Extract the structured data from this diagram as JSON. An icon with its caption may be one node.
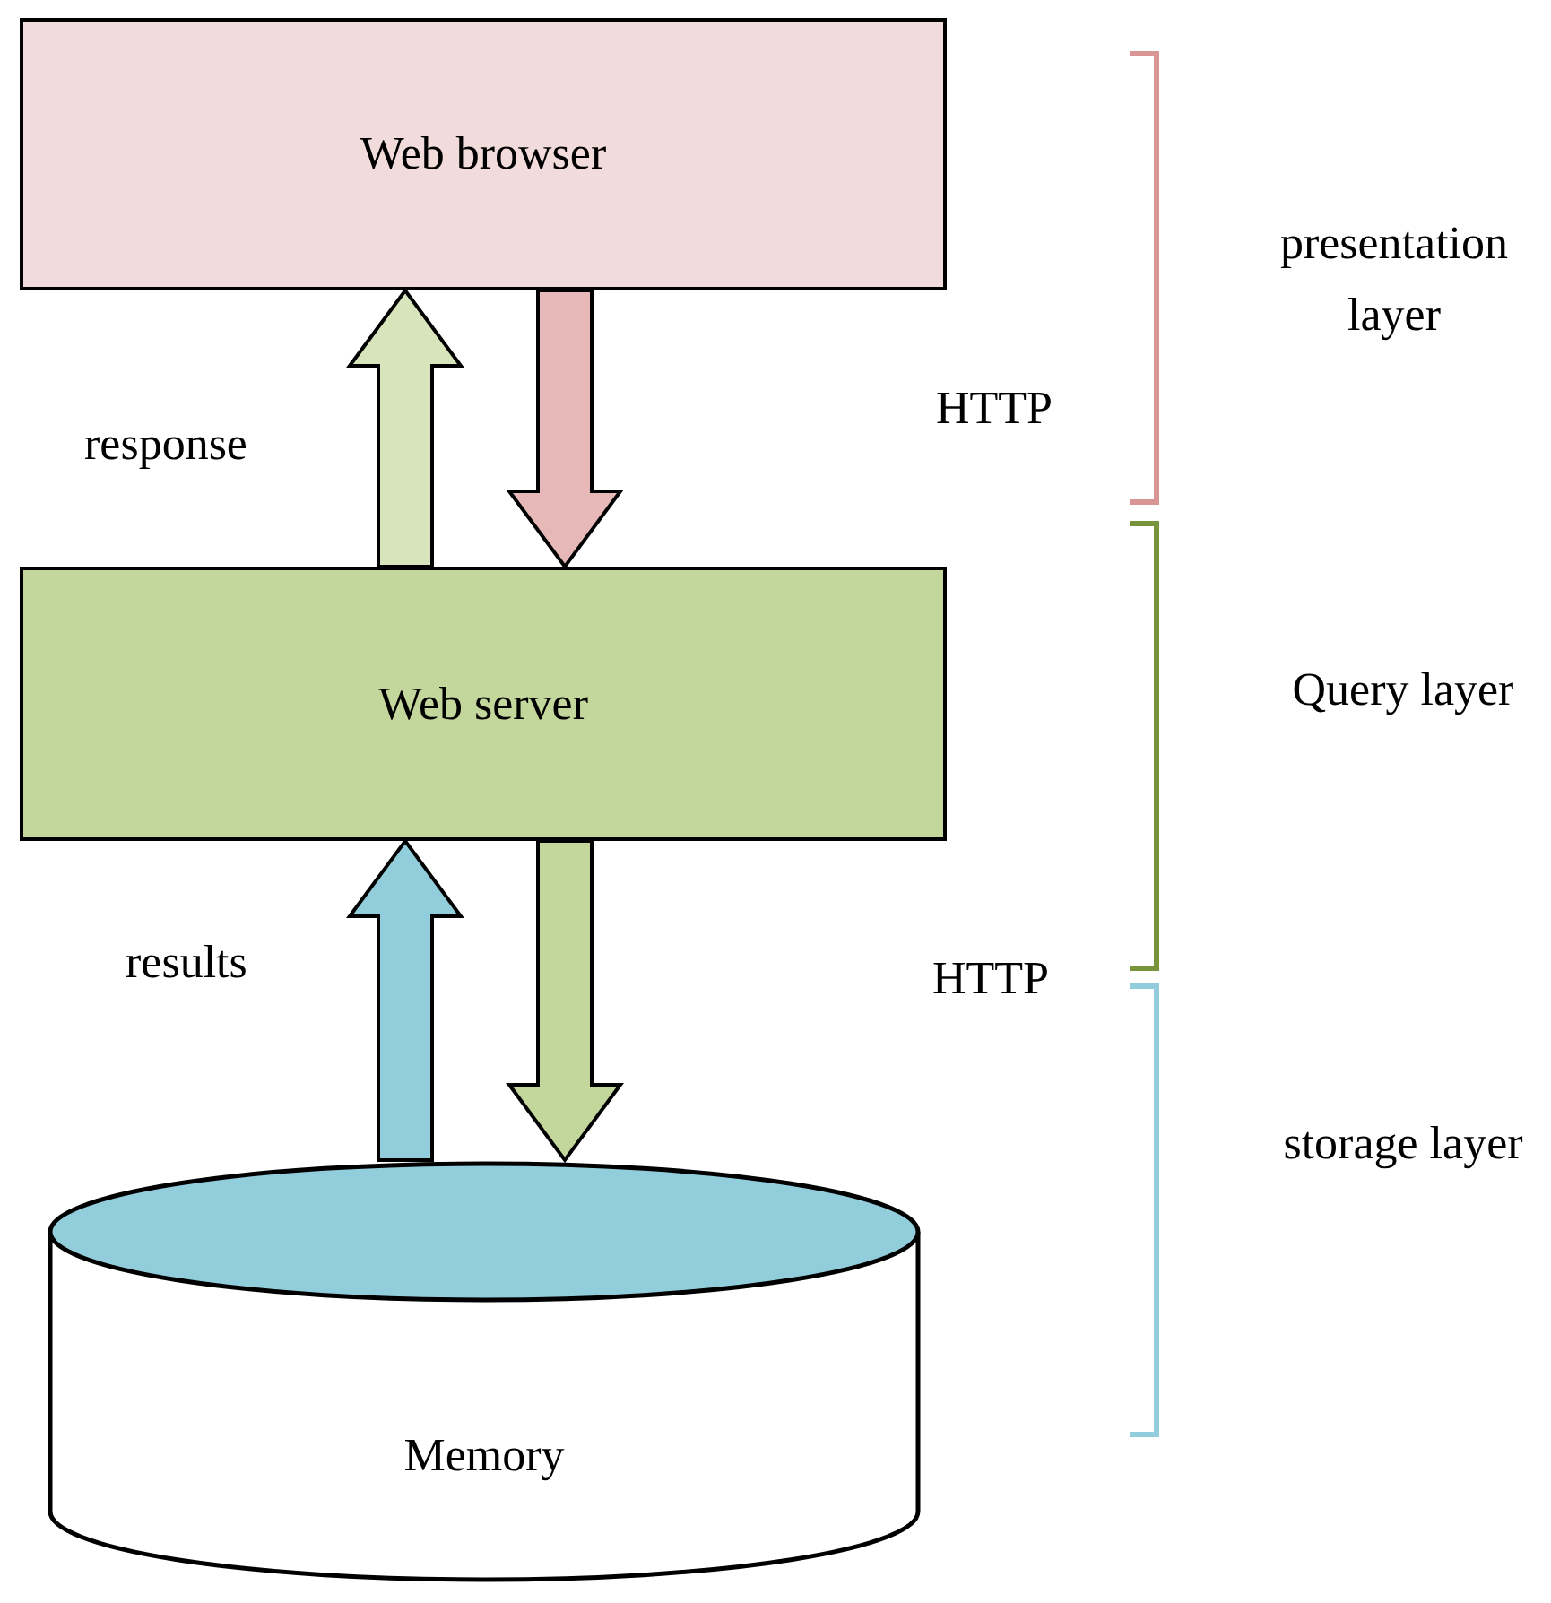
{
  "diagram": {
    "nodes": [
      {
        "text": [
          "Web browser"
        ]
      },
      {
        "text": [
          "Web server"
        ]
      },
      {
        "text": [
          "Memory"
        ]
      }
    ],
    "edges": [
      {
        "from": 1,
        "to": 0,
        "arrow": "to",
        "label": "response",
        "color": "#d8e4bc"
      },
      {
        "from": 0,
        "to": 1,
        "arrow": "to",
        "color": "#e6b9b8"
      },
      {
        "from": 2,
        "to": 1,
        "arrow": "to",
        "label": "results",
        "color": "#92cddc"
      },
      {
        "from": 1,
        "to": 2,
        "arrow": "to",
        "color": "#c3d69b"
      }
    ],
    "labels": [
      "presentation layer",
      "HTTP",
      "Query layer",
      "HTTP",
      "storage layer"
    ]
  }
}
